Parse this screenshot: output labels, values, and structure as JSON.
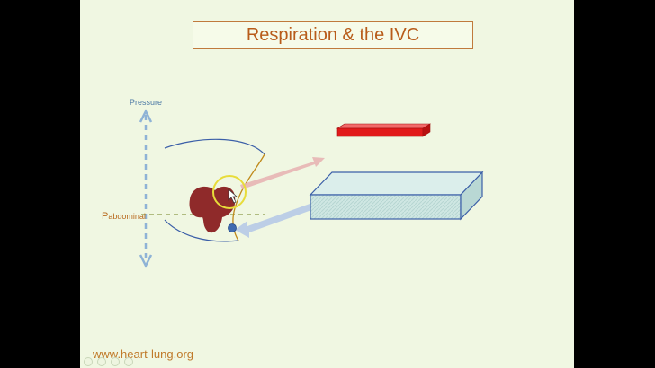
{
  "slide": {
    "title": "Respiration & the IVC",
    "pressure_label": "Pressure",
    "pabd_label_prefix": "P",
    "pabd_label_suffix": "abdominal",
    "footer": "www.heart-lung.org"
  },
  "colors": {
    "title_border": "#c07a3c",
    "title_text": "#b85c1a",
    "pressure_axis": "#8fb3d6",
    "abdominal_line": "#9aa860",
    "heart": "#8f2a2a",
    "pink_arrow": "#e7b4b4",
    "blue_arrow": "#b8cbe6",
    "red_bar": "#e11a1a",
    "box_fill": "#c9e3e0",
    "box_edge": "#3b5fa8",
    "highlight_circle": "#e8dc3a",
    "ivc_dot": "#3f6ab0"
  }
}
